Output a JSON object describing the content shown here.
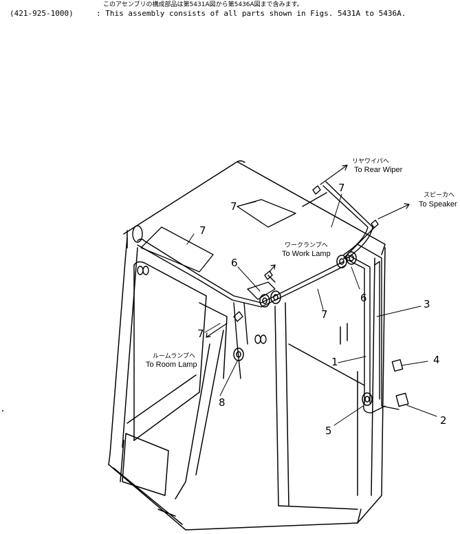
{
  "header": {
    "line1": "このアセンブリの構成部品は第5431A図から第5436A図まで含みます。",
    "line2_code": "(421-925-1000)",
    "line2_text": ": This assembly consists of all parts shown in Figs. 5431A to 5436A."
  },
  "destinations": {
    "rear_wiper_jp": "リヤワイパヘ",
    "rear_wiper_en": "To Rear Wiper",
    "speaker_jp": "スピーカヘ",
    "speaker_en": "To Speaker",
    "work_lamp_jp": "ワークランプヘ",
    "work_lamp_en": "To Work Lamp",
    "room_lamp_jp": "ルームランプヘ",
    "room_lamp_en": "To Room Lamp"
  },
  "callouts": {
    "c7a": "7",
    "c7b": "7",
    "c7c": "7",
    "c7d": "7",
    "c7e": "7",
    "c6a": "6",
    "c6b": "6",
    "c3": "3",
    "c1": "1",
    "c4": "4",
    "c2": "2",
    "c5": "5",
    "c8": "8"
  }
}
